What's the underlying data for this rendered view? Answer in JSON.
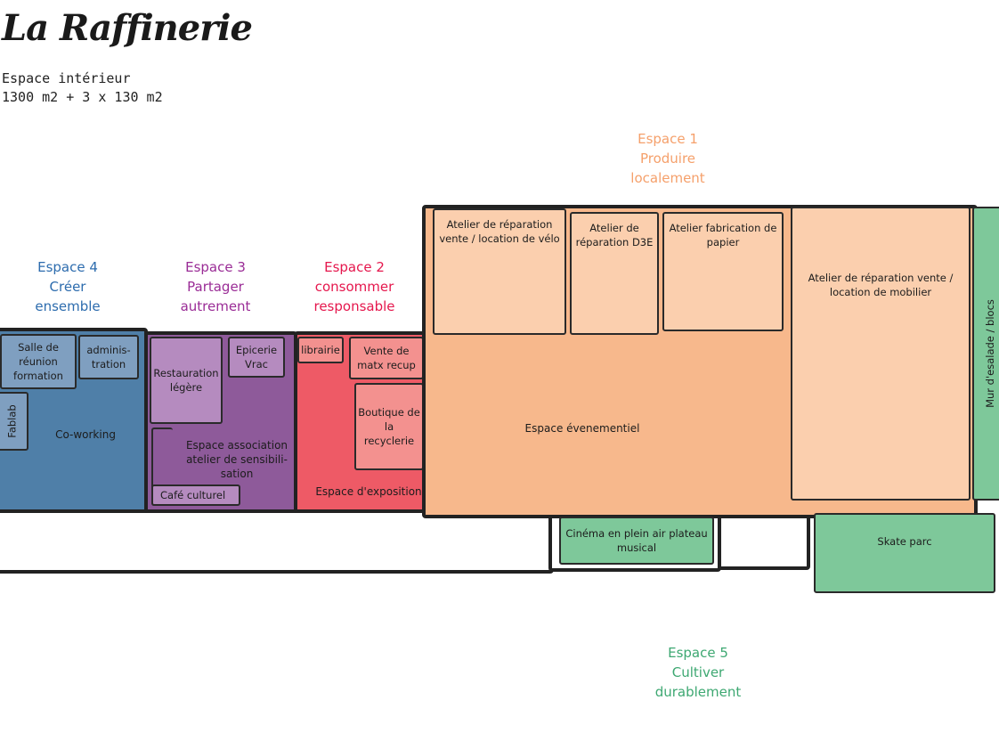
{
  "title": "La Raffinerie",
  "subtitle": {
    "line1": "Espace intérieur",
    "line2": "1300 m2 + 3 x 130 m2"
  },
  "colors": {
    "espace1": "#f7b88c",
    "espace1_light": "#fbcfae",
    "espace1_heading": "#f5a06b",
    "espace2": "#ee5a66",
    "espace2_light": "#f3918f",
    "espace2_heading": "#e5174d",
    "espace3": "#8e5a9a",
    "espace3_light": "#b58bbf",
    "espace3_heading": "#9a2c96",
    "espace4": "#4f7fa8",
    "espace4_light": "#7f9fc0",
    "espace4_heading": "#2d6cae",
    "espace5": "#7ec89a",
    "espace5_heading": "#3ea872",
    "outline": "#222222"
  },
  "headings": {
    "espace1": [
      "Espace 1",
      "Produire",
      "localement"
    ],
    "espace2": [
      "Espace 2",
      "consommer",
      "responsable"
    ],
    "espace3": [
      "Espace 3",
      "Partager",
      "autrement"
    ],
    "espace4": [
      "Espace 4",
      "Créer",
      "ensemble"
    ],
    "espace5": [
      "Espace 5",
      "Cultiver",
      "durablement"
    ]
  },
  "rooms": {
    "salle_reunion": "Salle de réunion formation",
    "administration": "adminis- tration",
    "fablab": "Fablab",
    "coworking": "Co-working",
    "restauration": "Restauration légère",
    "epicerie": "Epicerie Vrac",
    "association": "Espace association atelier de sensibili- sation",
    "cafe": "Café culturel",
    "librairie": "librairie",
    "vente_matx": "Vente de matx recup",
    "boutique": "Boutique de la recyclerie",
    "exposition": "Espace d'exposition",
    "atelier_velo": "Atelier de réparation vente / location de vélo",
    "atelier_d3e": "Atelier de réparation D3E",
    "atelier_papier": "Atelier fabrication de papier",
    "atelier_mobilier": "Atelier de réparation vente / location de mobilier",
    "evenementiel": "Espace évenementiel",
    "escalade": "Mur d'esalade / blocs",
    "cinema": "Cinéma en plein air plateau musical",
    "skate": "Skate parc"
  }
}
